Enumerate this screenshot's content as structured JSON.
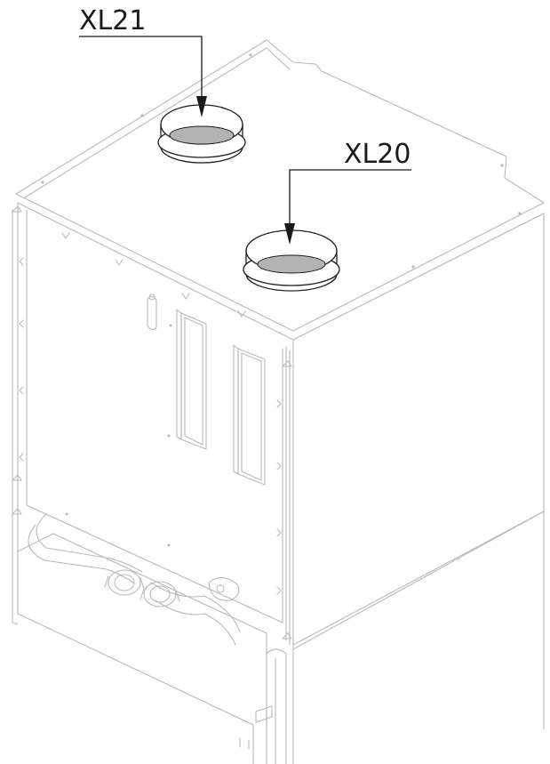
{
  "diagram": {
    "callouts": [
      {
        "id": "XL21",
        "label": "XL21"
      },
      {
        "id": "XL20",
        "label": "XL20"
      }
    ],
    "colors": {
      "outline": "#b9b9b9",
      "callout_text": "#1a1a1a",
      "duct_opening": "#b3b3b3"
    }
  }
}
